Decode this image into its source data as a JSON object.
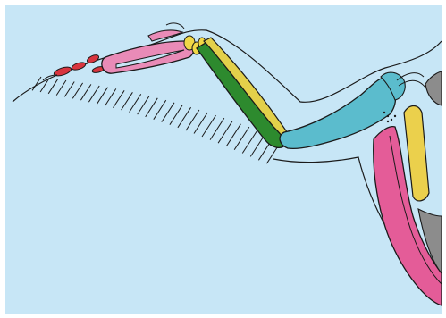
{
  "diagram": {
    "background": "#c7e6f6",
    "colors": {
      "outline": "#1a1a1a",
      "hand_bones": "#e98bb7",
      "phalanges": "#d8353f",
      "wrist_bones": "#f1d846",
      "ulna": "#2d8a2e",
      "radius": "#e3d04a",
      "humerus": "#5bbccd",
      "coracoid": "#e45c98",
      "scapula": "#ebd04c",
      "body": "#8c8c8c"
    },
    "parts": [
      "hand-bones",
      "phalanges",
      "wrist-bones",
      "ulna",
      "radius",
      "humerus",
      "shoulder-girdle",
      "feathers",
      "wing-outline"
    ]
  }
}
